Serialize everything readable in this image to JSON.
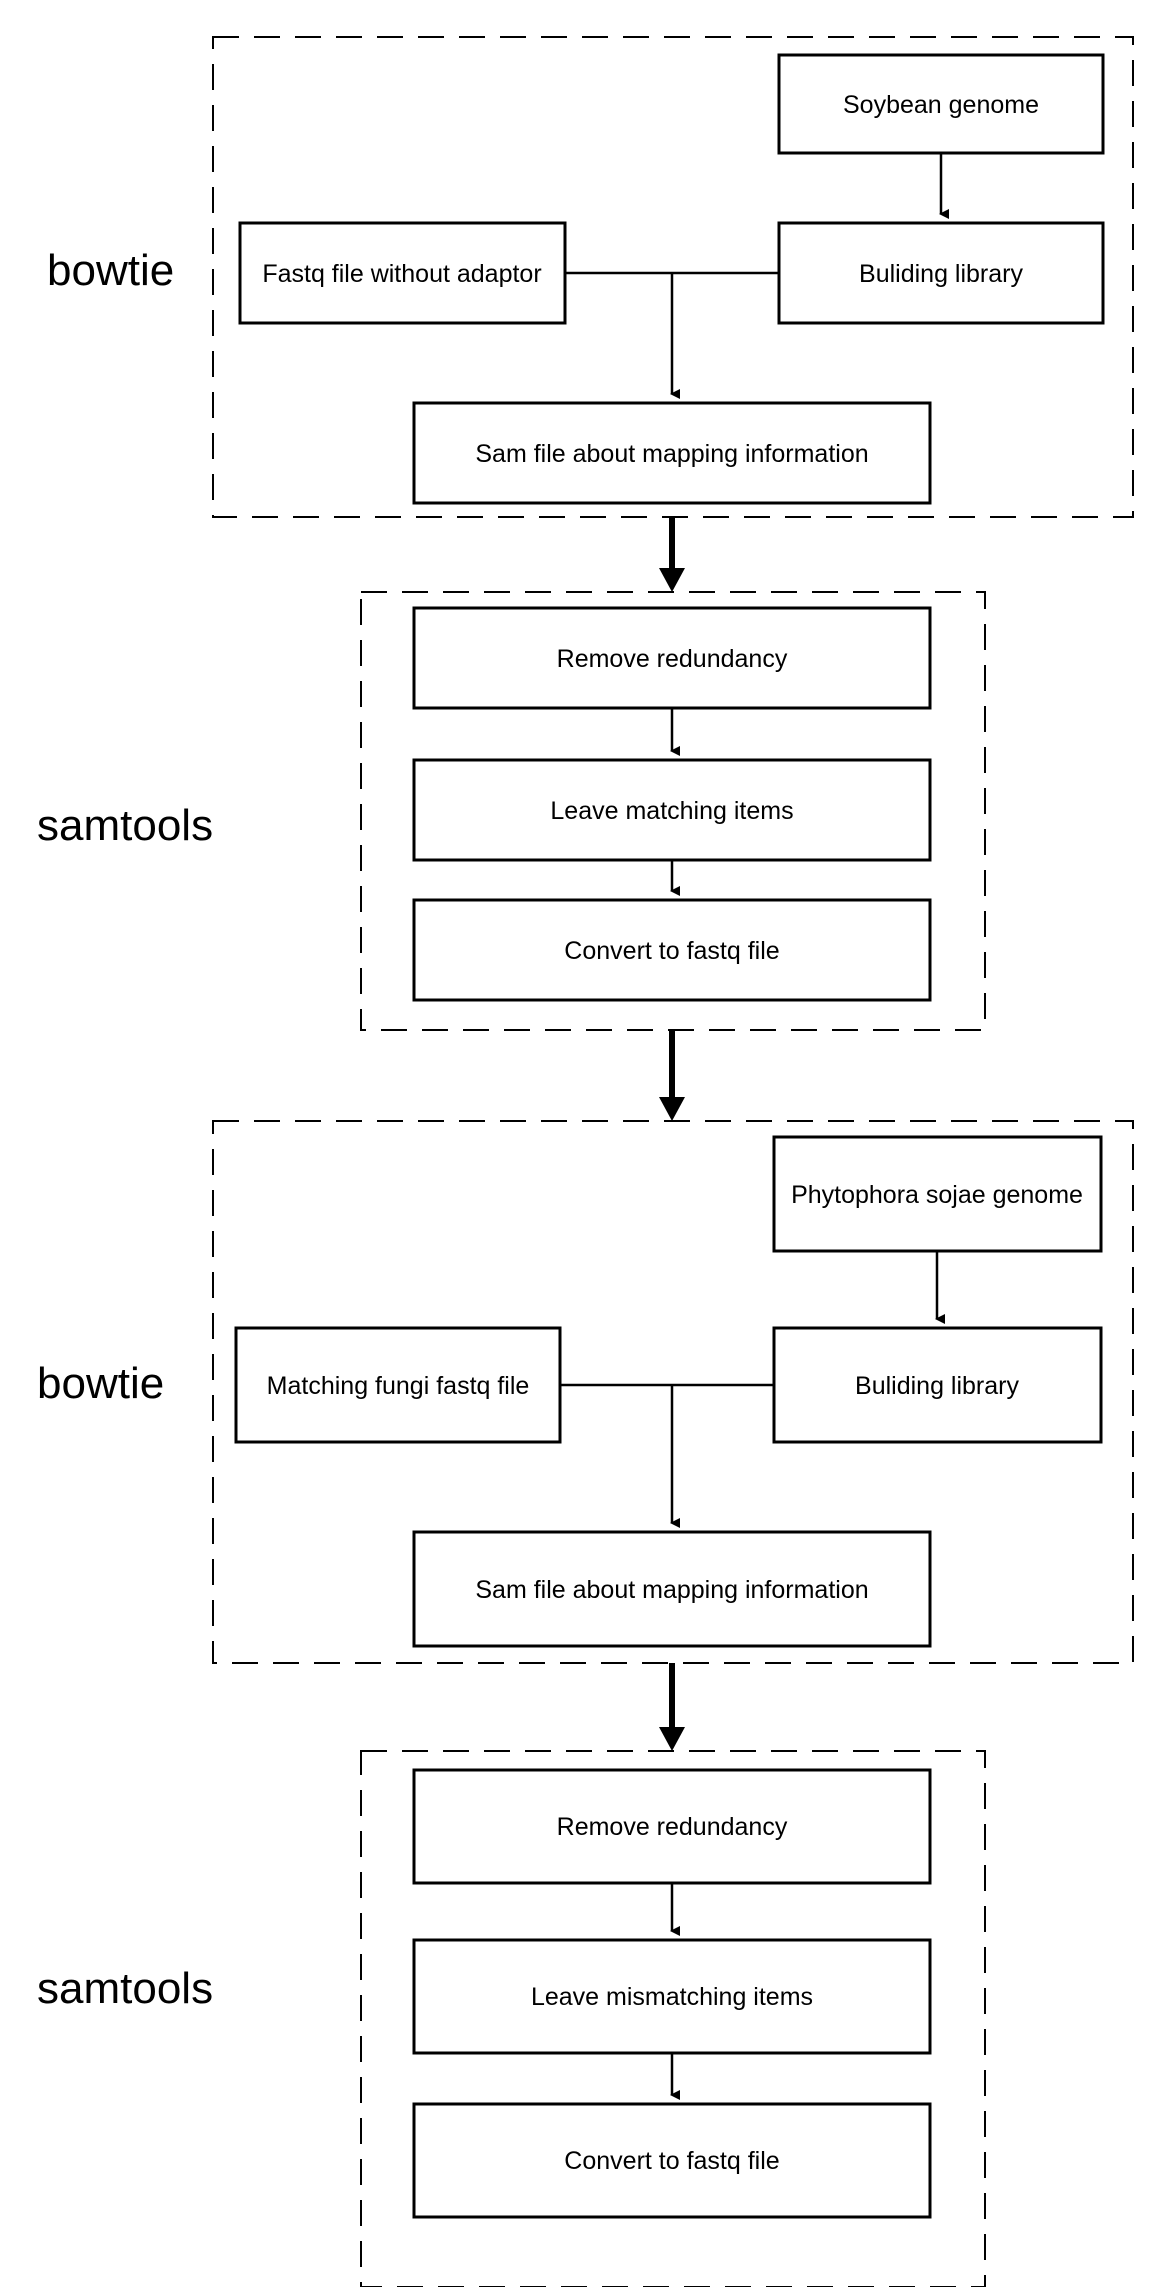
{
  "groups": [
    {
      "tool": "bowtie",
      "nodes": {
        "genome": "Soybean genome",
        "input": "Fastq file without adaptor",
        "library": "Buliding library",
        "output": "Sam file about mapping information"
      }
    },
    {
      "tool": "samtools",
      "nodes": {
        "step1": "Remove redundancy",
        "step2": "Leave matching items",
        "step3": "Convert to fastq file"
      }
    },
    {
      "tool": "bowtie",
      "nodes": {
        "genome": "Phytophora sojae genome",
        "input": "Matching fungi fastq file",
        "library": "Buliding library",
        "output": "Sam file about mapping information"
      }
    },
    {
      "tool": "samtools",
      "nodes": {
        "step1": "Remove redundancy",
        "step2": "Leave mismatching items",
        "step3": "Convert to fastq file"
      }
    }
  ],
  "colors": {
    "stroke": "#000000",
    "fill": "#ffffff",
    "text": "#000000"
  }
}
